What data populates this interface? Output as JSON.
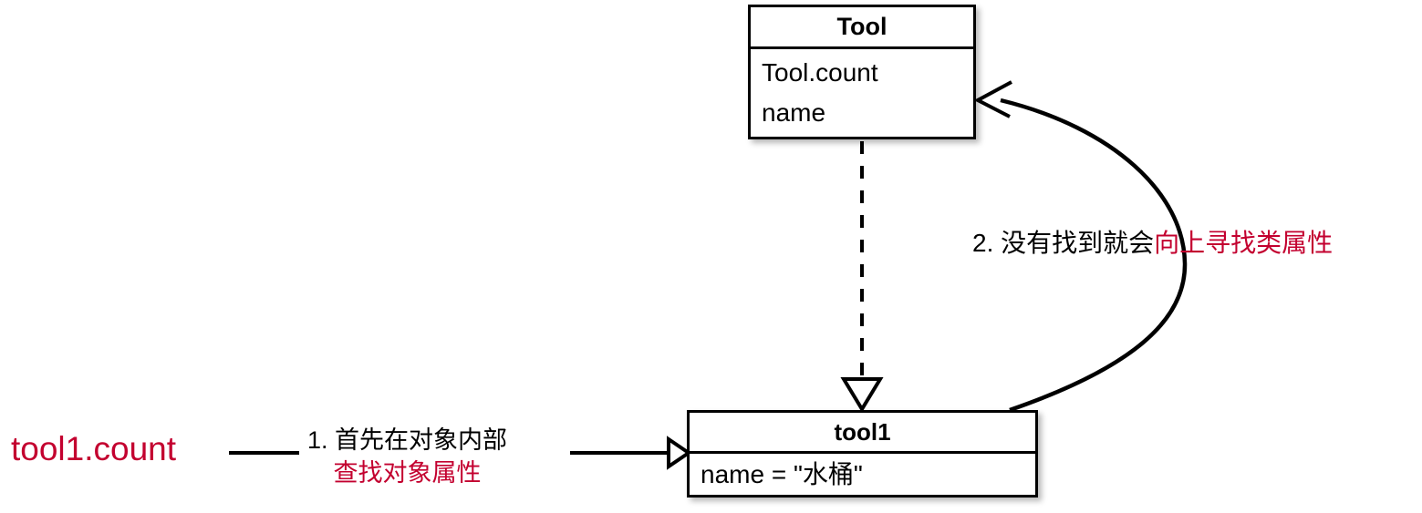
{
  "diagram": {
    "title_semantic": "python-attribute-lookup-uml",
    "colors": {
      "stroke": "#000000",
      "accent_red": "#C3002F",
      "background": "#FFFFFF"
    },
    "classes": [
      {
        "id": "tool",
        "name": "Tool",
        "attributes": [
          "Tool.count",
          "name"
        ]
      },
      {
        "id": "tool1",
        "name": "tool1",
        "attributes": [
          "name = \"水桶\""
        ]
      }
    ],
    "expression": "tool1.count",
    "steps": [
      {
        "index": "1.",
        "black_text": "1. 首先在对象内部",
        "red_text": "查找对象属性"
      },
      {
        "index": "2.",
        "black_text": "2. 没有找到就会",
        "red_text": "向上寻找类属性"
      }
    ],
    "edges": [
      {
        "id": "instance-of",
        "from": "Tool",
        "to": "tool1",
        "style": "dashed",
        "arrowhead": "hollow-triangle"
      },
      {
        "id": "lookup-up",
        "from": "tool1",
        "to": "Tool",
        "style": "curved-solid",
        "arrowhead": "open-arrow"
      },
      {
        "id": "expr-to-instance",
        "from": "tool1.count",
        "to": "tool1",
        "style": "solid",
        "arrowhead": "hollow-triangle"
      }
    ]
  }
}
